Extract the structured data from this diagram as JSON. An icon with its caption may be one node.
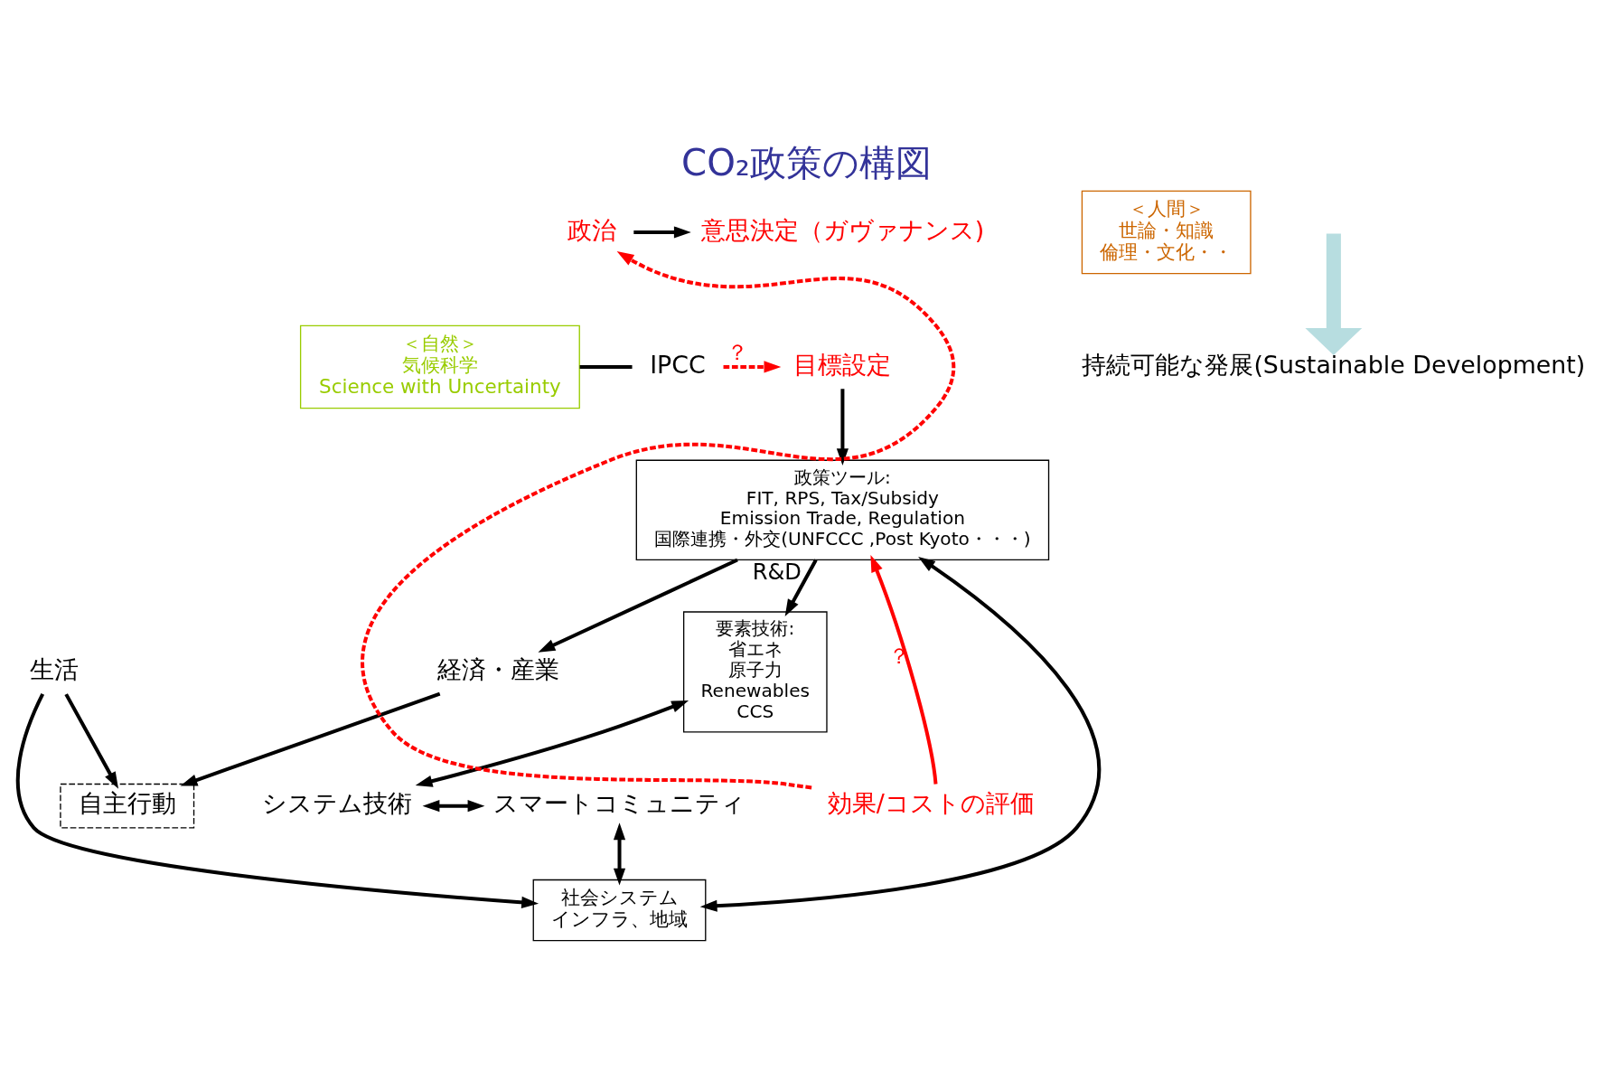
{
  "diagram": {
    "title": "CO₂政策の構図",
    "nodes": [
      {
        "text": [
          "＜自然＞",
          "気候科学",
          "Science with Uncertainty"
        ]
      },
      {
        "text": [
          "IPCC"
        ]
      },
      {
        "text": [
          "意思決定（ガヴァナンス)"
        ]
      },
      {
        "text": [
          "目標設定"
        ]
      },
      {
        "text": [
          "政策ツール:",
          "FIT, RPS, Tax/Subsidy",
          "Emission Trade, Regulation",
          "国際連携・外交(UNFCCC ,Post Kyoto・・・)"
        ]
      },
      {
        "text": [
          "＜人間＞",
          "世論・知識",
          "倫理・文化・・"
        ]
      },
      {
        "text": [
          "政治"
        ]
      },
      {
        "text": [
          "経済・産業"
        ]
      },
      {
        "text": [
          "生活"
        ]
      },
      {
        "text": [
          "自主行動"
        ]
      },
      {
        "text": [
          "要素技術:",
          "省エネ",
          "原子力",
          "Renewables",
          "CCS"
        ]
      },
      {
        "text": [
          "社会システム",
          "インフラ、地域"
        ]
      },
      {
        "text": [
          "効果/コストの評価"
        ]
      },
      {
        "text": [
          "システム技術"
        ]
      },
      {
        "text": [
          "スマートコミュニティ"
        ]
      },
      {
        "text": [
          "持続可能な発展(Sustainable Development)"
        ]
      }
    ],
    "edges": [
      {
        "from": 0,
        "to": 1,
        "arrow": "none"
      },
      {
        "from": 1,
        "to": 3,
        "arrow": "to",
        "label": "？",
        "style": "dashed",
        "color": "#ff0000"
      },
      {
        "from": 6,
        "to": 2,
        "arrow": "to"
      },
      {
        "from": 3,
        "to": 4,
        "arrow": "to"
      },
      {
        "from": 4,
        "to": 7,
        "arrow": "to"
      },
      {
        "from": 7,
        "to": 9,
        "arrow": "to"
      },
      {
        "from": 8,
        "to": 9,
        "arrow": "to"
      },
      {
        "from": 8,
        "to": 11,
        "arrow": "to"
      },
      {
        "from": 4,
        "to": 10,
        "arrow": "to",
        "label": "R&D"
      },
      {
        "from": 4,
        "to": 11,
        "arrow": "both"
      },
      {
        "from": 12,
        "to": 4,
        "arrow": "to",
        "label": "？",
        "color": "#ff0000"
      },
      {
        "from": 12,
        "to": 6,
        "arrow": "to",
        "style": "dashed",
        "color": "#ff0000"
      },
      {
        "from": 10,
        "to": 13,
        "arrow": "both"
      },
      {
        "from": 13,
        "to": 14,
        "arrow": "both"
      },
      {
        "from": 14,
        "to": 11,
        "arrow": "both"
      },
      {
        "from": null,
        "to": 15,
        "arrow": "to",
        "style": "thick",
        "color": "#b7dde0"
      }
    ]
  }
}
